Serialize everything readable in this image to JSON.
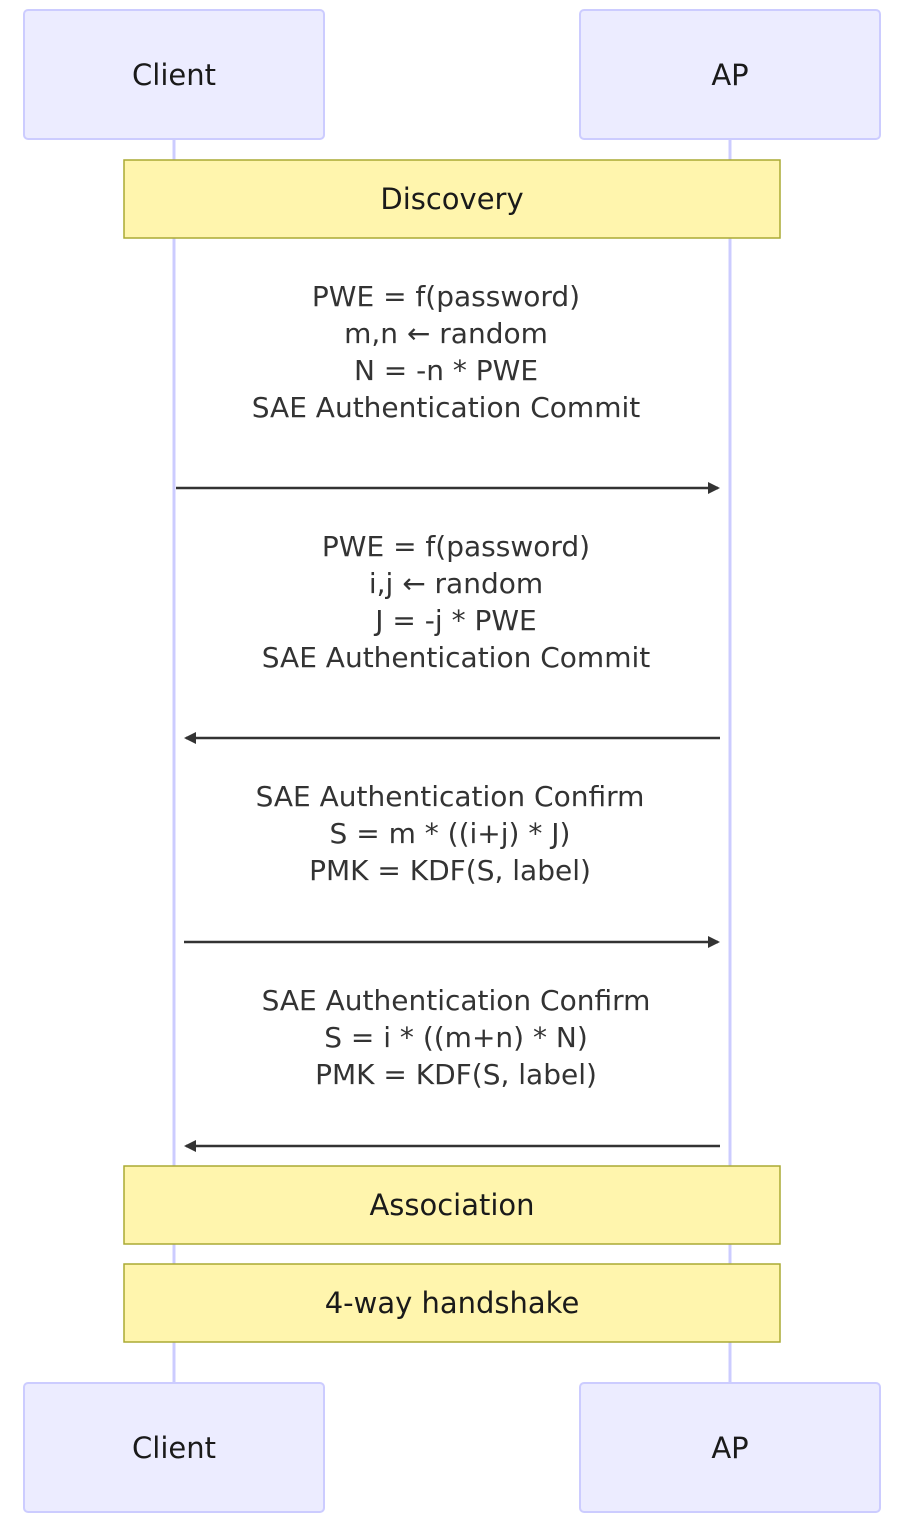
{
  "participants": {
    "client": "Client",
    "ap": "AP"
  },
  "notes": {
    "discovery": "Discovery",
    "association": "Association",
    "handshake": "4-way handshake"
  },
  "messages": [
    {
      "from": "client",
      "to": "ap",
      "lines": [
        "PWE = f(password)",
        "m,n ← random",
        "N = -n * PWE",
        "SAE Authentication Commit"
      ]
    },
    {
      "from": "ap",
      "to": "client",
      "lines": [
        "PWE = f(password)",
        "i,j ← random",
        "J = -j * PWE",
        "SAE Authentication Commit"
      ]
    },
    {
      "from": "client",
      "to": "ap",
      "lines": [
        "SAE Authentication Confirm",
        "S = m * ((i+j) * J)",
        "PMK = KDF(S, label)"
      ]
    },
    {
      "from": "ap",
      "to": "client",
      "lines": [
        "SAE Authentication Confirm",
        "S = i * ((m+n) * N)",
        "PMK = KDF(S, label)"
      ]
    }
  ],
  "colors": {
    "actor_fill": "#ECECFF",
    "actor_stroke": "#CCCCFF",
    "note_fill": "#FFF5AD",
    "note_stroke": "#AAAA33",
    "lifeline": "#CCCCFF",
    "arrow": "#333333"
  }
}
